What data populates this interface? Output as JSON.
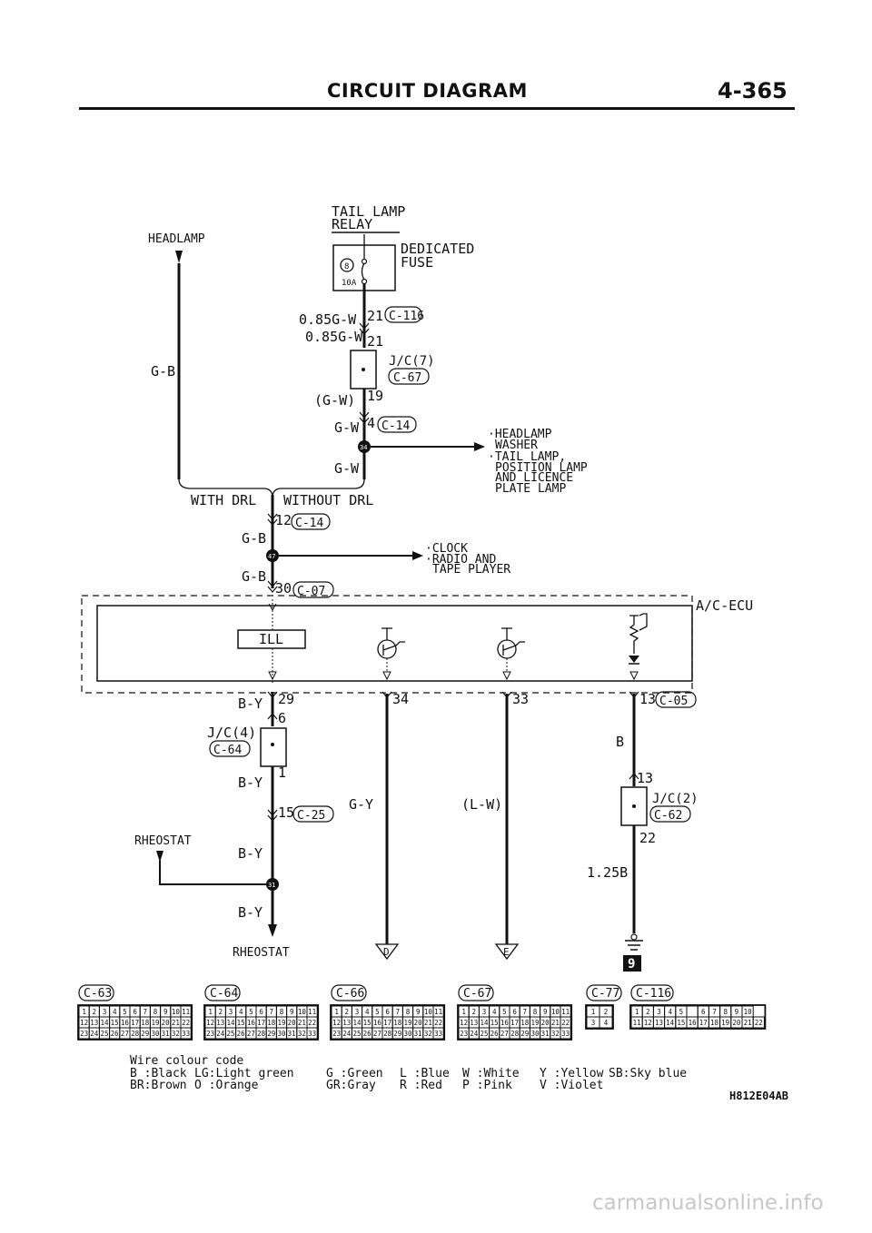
{
  "header": {
    "title": "CIRCUIT DIAGRAM",
    "page_number": "4-365"
  },
  "labels": {
    "tail_lamp_relay_1": "TAIL LAMP",
    "tail_lamp_relay_2": "RELAY",
    "headlamp": "HEADLAMP",
    "dedicated_fuse_1": "DEDICATED",
    "dedicated_fuse_2": "FUSE",
    "fuse_no": "8",
    "fuse_amp": "10A",
    "wire_085gw_1": "0.85G-W",
    "conn_21_a": "21",
    "c116": "C-116",
    "wire_085gw_2": "0.85G-W",
    "conn_21_b": "21",
    "gb_left": "G-B",
    "jc7": "J/C(7)",
    "c67": "C-67",
    "gw_paren": "(G-W)",
    "pin_19": "19",
    "gw_1": "G-W",
    "pin_4": "4",
    "c14_a": "C-14",
    "node_34": "34",
    "dest1_a": "·HEADLAMP",
    "dest1_b": "WASHER",
    "dest1_c": "·TAIL LAMP,",
    "dest1_d": "POSITION LAMP",
    "dest1_e": "AND LICENCE",
    "dest1_f": "PLATE LAMP",
    "gw_2": "G-W",
    "with_drl": "WITH DRL",
    "without_drl": "WITHOUT DRL",
    "pin_12": "12",
    "c14_b": "C-14",
    "gb_1": "G-B",
    "node_47": "47",
    "dest2_a": "·CLOCK",
    "dest2_b": "·RADIO AND",
    "dest2_c": "TAPE PLAYER",
    "gb_2": "G-B",
    "pin_30": "30",
    "c07": "C-07",
    "acecu": "A/C-ECU",
    "ill": "ILL",
    "pin_29": "29",
    "by_1": "B-Y",
    "pin_6": "6",
    "jc4": "J/C(4)",
    "c64": "C-64",
    "pin_1": "1",
    "by_2": "B-Y",
    "pin_15": "15",
    "c25": "C-25",
    "pin_34b": "34",
    "pin_33": "33",
    "pin_13a": "13",
    "c05": "C-05",
    "b_wire": "B",
    "pin_13b": "13",
    "jc2": "J/C(2)",
    "c62": "C-62",
    "pin_22": "22",
    "gy": "G-Y",
    "lw": "(L-W)",
    "rheostat_1": "RHEOSTAT",
    "by_3": "B-Y",
    "node_31": "31",
    "wire_125b": "1.25B",
    "by_4": "B-Y",
    "rheostat_2": "RHEOSTAT",
    "flag_d": "D",
    "flag_e": "E",
    "ground_no": "9",
    "code": "H812E04AB"
  },
  "connectors": [
    {
      "name": "C-63",
      "rows": [
        [
          "1",
          "2",
          "3",
          "4",
          "5",
          "6",
          "7",
          "8",
          "9",
          "10",
          "11"
        ],
        [
          "12",
          "13",
          "14",
          "15",
          "16",
          "17",
          "18",
          "19",
          "20",
          "21",
          "22"
        ],
        [
          "23",
          "24",
          "25",
          "26",
          "27",
          "28",
          "29",
          "30",
          "31",
          "32",
          "33"
        ]
      ]
    },
    {
      "name": "C-64",
      "rows": [
        [
          "1",
          "2",
          "3",
          "4",
          "5",
          "6",
          "7",
          "8",
          "9",
          "10",
          "11"
        ],
        [
          "12",
          "13",
          "14",
          "15",
          "16",
          "17",
          "18",
          "19",
          "20",
          "21",
          "22"
        ],
        [
          "23",
          "24",
          "25",
          "26",
          "27",
          "28",
          "29",
          "30",
          "31",
          "32",
          "33"
        ]
      ]
    },
    {
      "name": "C-66",
      "rows": [
        [
          "1",
          "2",
          "3",
          "4",
          "5",
          "6",
          "7",
          "8",
          "9",
          "10",
          "11"
        ],
        [
          "12",
          "13",
          "14",
          "15",
          "16",
          "17",
          "18",
          "19",
          "20",
          "21",
          "22"
        ],
        [
          "23",
          "24",
          "25",
          "26",
          "27",
          "28",
          "29",
          "30",
          "31",
          "32",
          "33"
        ]
      ]
    },
    {
      "name": "C-67",
      "rows": [
        [
          "1",
          "2",
          "3",
          "4",
          "5",
          "6",
          "7",
          "8",
          "9",
          "10",
          "11"
        ],
        [
          "12",
          "13",
          "14",
          "15",
          "16",
          "17",
          "18",
          "19",
          "20",
          "21",
          "22"
        ],
        [
          "23",
          "24",
          "25",
          "26",
          "27",
          "28",
          "29",
          "30",
          "31",
          "32",
          "33"
        ]
      ]
    },
    {
      "name": "C-77",
      "rows": [
        [
          "1",
          "2"
        ],
        [
          "3",
          "4"
        ]
      ]
    },
    {
      "name": "C-116",
      "rows": [
        [
          "1",
          "2",
          "3",
          "4",
          "5",
          "",
          "6",
          "7",
          "8",
          "9",
          "10"
        ],
        [
          "11",
          "12",
          "13",
          "14",
          "15",
          "16",
          "17",
          "18",
          "19",
          "20",
          "21",
          "22"
        ]
      ]
    }
  ],
  "legend": {
    "title": "Wire colour code",
    "lines": [
      [
        "B :Black",
        "LG:Light green",
        "G :Green",
        "L :Blue",
        "W :White",
        "Y :Yellow",
        "SB:Sky blue"
      ],
      [
        "BR:Brown",
        "O :Orange",
        "GR:Gray",
        "R :Red",
        "P :Pink",
        "V :Violet",
        ""
      ]
    ]
  },
  "watermark": "carmanualsonline.info"
}
